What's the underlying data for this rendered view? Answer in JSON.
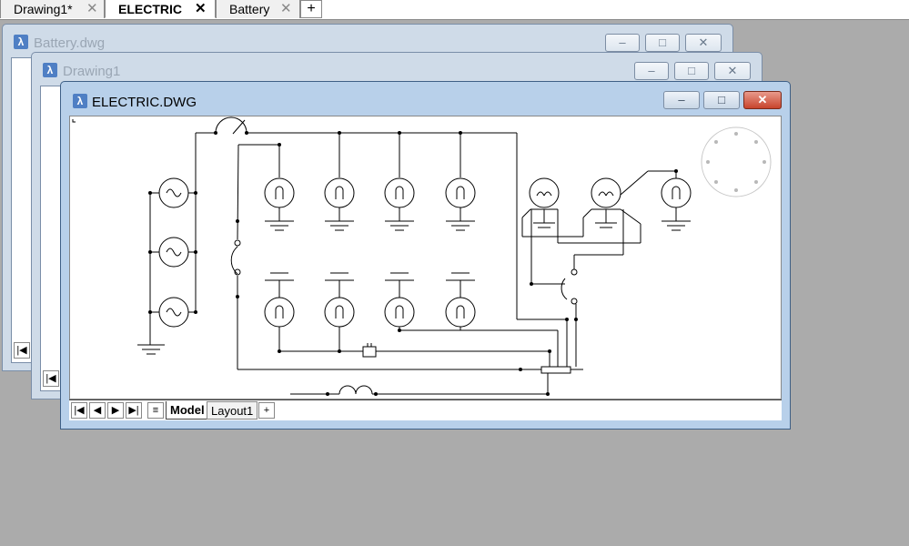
{
  "doc_tabs": [
    {
      "label": "Drawing1*",
      "close": "✕"
    },
    {
      "label": "ELECTRIC",
      "close": "✕"
    },
    {
      "label": "Battery",
      "close": "✕"
    }
  ],
  "add_tab": "+",
  "windows": {
    "battery": {
      "title": "Battery.dwg"
    },
    "drawing1": {
      "title": "Drawing1"
    },
    "electric": {
      "title": "ELECTRIC.DWG"
    }
  },
  "window_buttons": {
    "minimize": "–",
    "maximize": "□",
    "close": "✕"
  },
  "layout_tabs": {
    "model": "Model",
    "layout1": "Layout1",
    "add": "+"
  },
  "colors": {
    "canvas": "#ffffff",
    "workspace": "#ababab",
    "active_titlebar": "#b8d0ea",
    "close_button": "#c8442c"
  },
  "icons": [
    "autocad-app-icon",
    "first-icon",
    "prev-icon",
    "next-icon",
    "last-icon",
    "layout-list-icon",
    "view-compass-icon"
  ]
}
